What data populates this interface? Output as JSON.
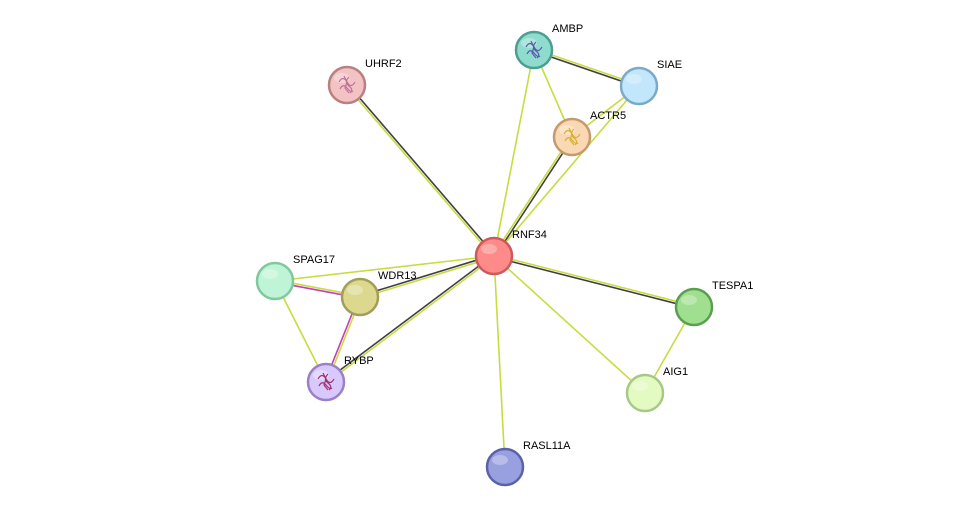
{
  "network": {
    "nodes": [
      {
        "id": "RNF34",
        "label": "RNF34",
        "fill": "#fe8a8a",
        "stroke": "#cc5a5a",
        "structure": false
      },
      {
        "id": "AMBP",
        "label": "AMBP",
        "fill": "#8fdccf",
        "stroke": "#4a9f91",
        "structure": true,
        "structure_color": "#5a5aa8"
      },
      {
        "id": "SIAE",
        "label": "SIAE",
        "fill": "#c2e6fb",
        "stroke": "#7aaac8",
        "structure": false
      },
      {
        "id": "ACTR5",
        "label": "ACTR5",
        "fill": "#fbd8b4",
        "stroke": "#c59a6f",
        "structure": true,
        "structure_color": "#d8b030"
      },
      {
        "id": "UHRF2",
        "label": "UHRF2",
        "fill": "#f3c2c2",
        "stroke": "#b88080",
        "structure": true,
        "structure_color": "#c070a0"
      },
      {
        "id": "SPAG17",
        "label": "SPAG17",
        "fill": "#bff5d6",
        "stroke": "#80c8a0",
        "structure": false
      },
      {
        "id": "WDR13",
        "label": "WDR13",
        "fill": "#dcd98f",
        "stroke": "#a09e58",
        "structure": false
      },
      {
        "id": "RYBP",
        "label": "RYBP",
        "fill": "#d8c8fb",
        "stroke": "#9a80c8",
        "structure": true,
        "structure_color": "#a03070"
      },
      {
        "id": "TESPA1",
        "label": "TESPA1",
        "fill": "#9fdf8f",
        "stroke": "#5a9f4f",
        "structure": false
      },
      {
        "id": "AIG1",
        "label": "AIG1",
        "fill": "#e3fbc2",
        "stroke": "#a8c888",
        "structure": false
      },
      {
        "id": "RASL11A",
        "label": "RASL11A",
        "fill": "#98a0e0",
        "stroke": "#5a62a8",
        "structure": false
      }
    ],
    "edges": [
      {
        "source": "RNF34",
        "target": "UHRF2",
        "colors": [
          "#c8dc40",
          "#404040"
        ]
      },
      {
        "source": "RNF34",
        "target": "AMBP",
        "colors": [
          "#c8dc40"
        ]
      },
      {
        "source": "RNF34",
        "target": "ACTR5",
        "colors": [
          "#c8dc40",
          "#404040"
        ]
      },
      {
        "source": "RNF34",
        "target": "SIAE",
        "colors": [
          "#c8dc40"
        ]
      },
      {
        "source": "RNF34",
        "target": "SPAG17",
        "colors": [
          "#c8dc40"
        ]
      },
      {
        "source": "RNF34",
        "target": "WDR13",
        "colors": [
          "#c8dc40",
          "#404040"
        ]
      },
      {
        "source": "RNF34",
        "target": "RYBP",
        "colors": [
          "#c8dc40",
          "#404040"
        ]
      },
      {
        "source": "RNF34",
        "target": "TESPA1",
        "colors": [
          "#c8dc40",
          "#404040"
        ]
      },
      {
        "source": "RNF34",
        "target": "AIG1",
        "colors": [
          "#c8dc40"
        ]
      },
      {
        "source": "RNF34",
        "target": "RASL11A",
        "colors": [
          "#c8dc40"
        ]
      },
      {
        "source": "AMBP",
        "target": "SIAE",
        "colors": [
          "#c8dc40",
          "#404040"
        ]
      },
      {
        "source": "AMBP",
        "target": "ACTR5",
        "colors": [
          "#c8dc40"
        ]
      },
      {
        "source": "SIAE",
        "target": "ACTR5",
        "colors": [
          "#c8dc40"
        ]
      },
      {
        "source": "SPAG17",
        "target": "WDR13",
        "colors": [
          "#c8dc40",
          "#c040c0"
        ]
      },
      {
        "source": "SPAG17",
        "target": "RYBP",
        "colors": [
          "#c8dc40"
        ]
      },
      {
        "source": "WDR13",
        "target": "RYBP",
        "colors": [
          "#c8dc40",
          "#c040c0"
        ]
      },
      {
        "source": "TESPA1",
        "target": "AIG1",
        "colors": [
          "#c8dc40"
        ]
      }
    ]
  }
}
